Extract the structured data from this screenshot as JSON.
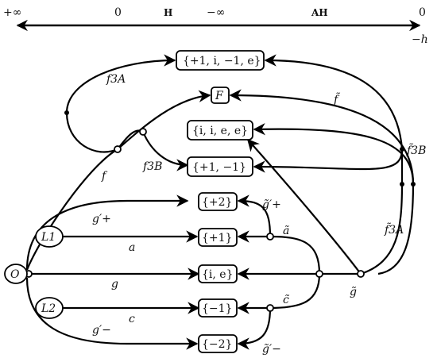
{
  "axis": {
    "left_end": "+∞",
    "zero_left": "0",
    "h_label": "H",
    "minus_inf": "−∞",
    "ah_label": "AH",
    "right_end": "0",
    "minus_h": "−h"
  },
  "boxes": {
    "top": "{+1, i, −1, e}",
    "F": "F",
    "iiee": "{i, i, e, e}",
    "pm1": "{+1, −1}",
    "p2": "{+2}",
    "p1": "{+1}",
    "ie": "{i, e}",
    "m1": "{−1}",
    "m2": "{−2}"
  },
  "nodes": {
    "O": "O",
    "L1": "L1",
    "L2": "L2"
  },
  "labels": {
    "f3A": "f3A",
    "f3B": "f3B",
    "f": "f",
    "ftilde": "f̃",
    "f3B_tilde": "f̃3B",
    "f3A_tilde": "f̃3A",
    "gp": "g′+",
    "a": "a",
    "g": "g",
    "c": "c",
    "gm": "g′−",
    "gp_tilde": "g̃′+",
    "a_tilde": "ã",
    "g_tilde": "g̃",
    "c_tilde": "c̃",
    "gm_tilde": "g̃′−"
  }
}
